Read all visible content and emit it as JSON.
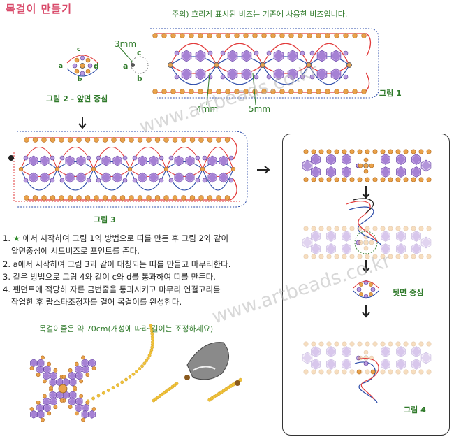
{
  "header": {
    "title": "목걸이 만들기",
    "note": "주의) 흐리게 표시된 비즈는 기존에 사용한 비즈입니다."
  },
  "labels": {
    "dim_3mm": "3mm",
    "dim_4mm": "4mm",
    "dim_5mm": "5mm",
    "point_a": "a",
    "point_b": "b",
    "point_c": "c",
    "point_d": "d",
    "fig1": "그림 1",
    "fig2": "그림 2 - 앞면 중심",
    "fig3": "그림 3",
    "fig4": "그림 4",
    "back_center": "뒷면 중심"
  },
  "steps": [
    {
      "num": "1.",
      "star": "★",
      "text": "에서 시작하여 그림 1의 방법으로 띠를 만든 후 그림 2와 같이"
    },
    {
      "num": "",
      "star": "",
      "text": "앞면중심에 시드비즈로 포인트를 준다."
    },
    {
      "num": "2.",
      "star": "",
      "text": "a에서 시작하여 그림 3과 같이 대칭되는 띠를 만들고 마무리한다."
    },
    {
      "num": "3.",
      "star": "",
      "text": "같은 방법으로 그림 4와 같이 c와 d를 통과하여 띠를 만든다."
    },
    {
      "num": "4.",
      "star": "",
      "text": "펜던트에 적당히 자른 금번줄을 통과시키고 마무리 연결고리를"
    },
    {
      "num": "",
      "star": "",
      "text": "작업한 후 랍스타조정자를 걸어 목걸이를 완성한다."
    }
  ],
  "length_note": "목걸이줄은 약 70cm(개성에 따라 길이는 조정하세요)",
  "watermarks": [
    "www.artbeads.co.kr",
    "www.artbeads.co.kr",
    "www.artbeads.co.kr"
  ],
  "colors": {
    "gold": "#e9a24a",
    "purple": "#8a62c4",
    "purple_light": "#d8c2ec",
    "red_thread": "#e23a3a",
    "blue_thread": "#2a4aa8",
    "label_green": "#2f7a2a"
  }
}
